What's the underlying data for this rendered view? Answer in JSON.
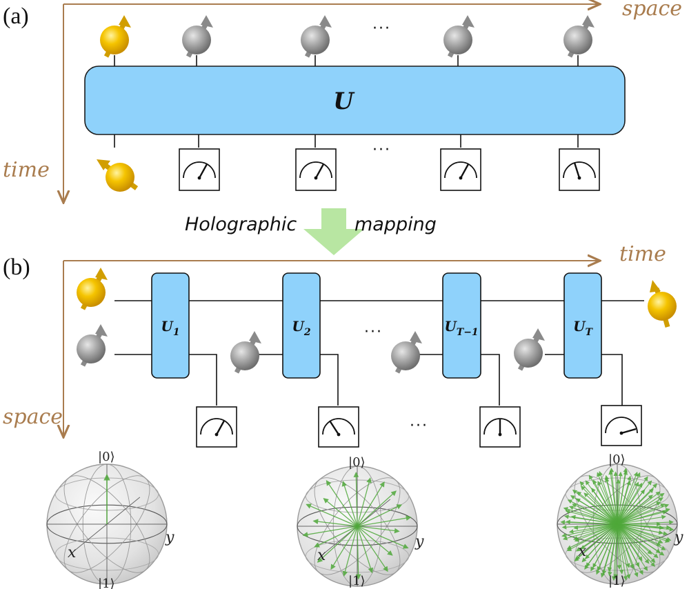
{
  "panel_a": {
    "label": "(a)",
    "space_label": "space",
    "time_label": "time",
    "unitary": "U",
    "ellipsis_top": "···",
    "ellipsis_bottom": "···"
  },
  "mapping": {
    "left": "Holographic",
    "right": "mapping"
  },
  "panel_b": {
    "label": "(b)",
    "time_label": "time",
    "space_label": "space",
    "gates": [
      {
        "base": "U",
        "sub": "1"
      },
      {
        "base": "U",
        "sub": "2"
      },
      {
        "base": "U",
        "sub": "T−1"
      },
      {
        "base": "U",
        "sub": "T"
      }
    ],
    "ellipsis_gates": "···",
    "ellipsis_meters": "···"
  },
  "bloch": {
    "ket0": "|0⟩",
    "ket1": "|1⟩",
    "x": "x",
    "y": "y"
  },
  "colors": {
    "axis": "#a97c4e",
    "gate_fill": "#8fd2fb",
    "gold_spin": "#f2b800",
    "gray_spin": "#9a9a9a",
    "arrow_green": "#b8e6a2",
    "bloch_vector": "#4fa83a"
  }
}
